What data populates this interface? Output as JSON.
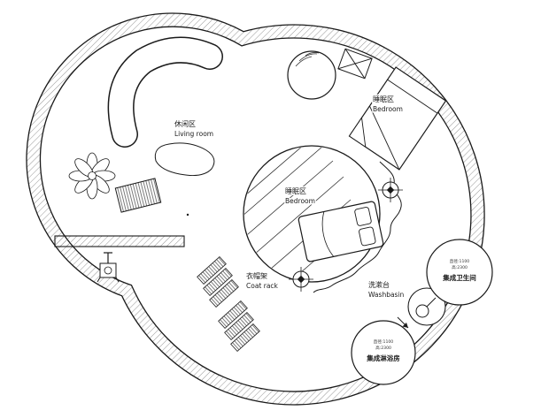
{
  "colors": {
    "line": "#1a1a1a",
    "hatch": "#8a8a8a",
    "background": "#ffffff"
  },
  "labels": {
    "living_room": {
      "zh": "休闲区",
      "en": "Living room"
    },
    "bedroom_upper": {
      "zh": "睡眠区",
      "en": "Bedroom"
    },
    "bedroom_center": {
      "zh": "睡眠区",
      "en": "Bedroom"
    },
    "coat_rack": {
      "zh": "衣帽架",
      "en": "Coat rack"
    },
    "washbasin": {
      "zh": "洗漱台",
      "en": "Washbasin"
    }
  },
  "pods": {
    "bathroom": {
      "spec_line1": "直径:1100",
      "spec_line2": "高:2300",
      "name": "集成卫生间"
    },
    "shower": {
      "spec_line1": "直径:1100",
      "spec_line2": "高:2300",
      "name": "集成淋浴房"
    }
  }
}
